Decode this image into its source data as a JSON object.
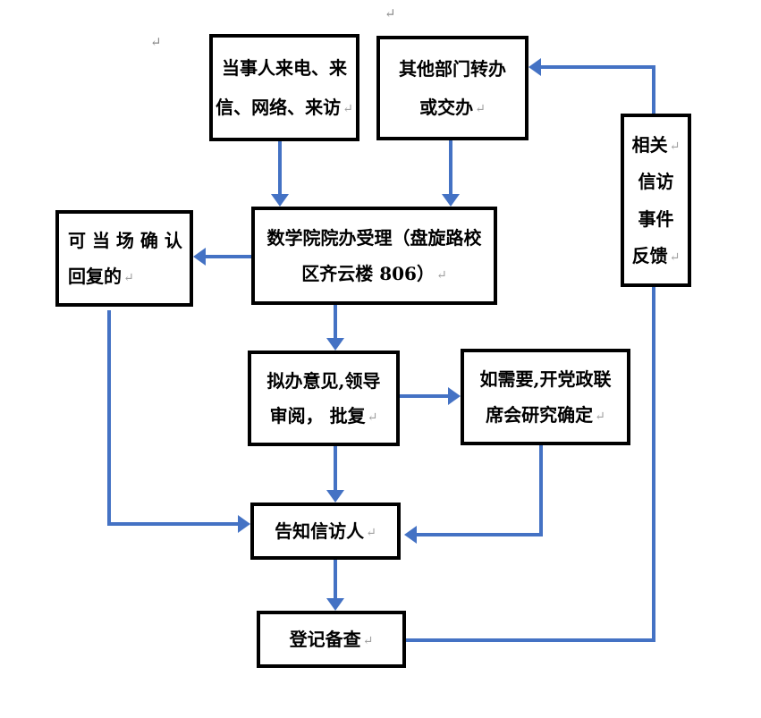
{
  "page": {
    "background": "#ffffff"
  },
  "colors": {
    "arrow": "#4472C4",
    "box_border": "#000000",
    "text": "#000000",
    "format_mark": "#8c8c8c"
  },
  "format_mark": "↵",
  "nodes": {
    "party_contact": {
      "lines": [
        "当事人来电、来",
        "信、网络、来访"
      ]
    },
    "other_dept": {
      "lines": [
        "其他部门转办",
        "或交办"
      ]
    },
    "acceptance": {
      "lines": [
        "数学院院办受理（盘旋路校",
        "区齐云楼 806）"
      ]
    },
    "on_spot": {
      "lines": [
        "可 当 场 确 认",
        "回复的"
      ]
    },
    "draft_opinion": {
      "lines": [
        "拟办意见,领导",
        "审阅， 批复"
      ]
    },
    "joint_meeting": {
      "lines": [
        "如需要,开党政联",
        "席会研究确定"
      ]
    },
    "inform": {
      "lines": [
        "告知信访人"
      ]
    },
    "register": {
      "lines": [
        "登记备查"
      ]
    },
    "feedback": {
      "lines": [
        "相关",
        "信访",
        "事件",
        "反馈"
      ]
    }
  }
}
